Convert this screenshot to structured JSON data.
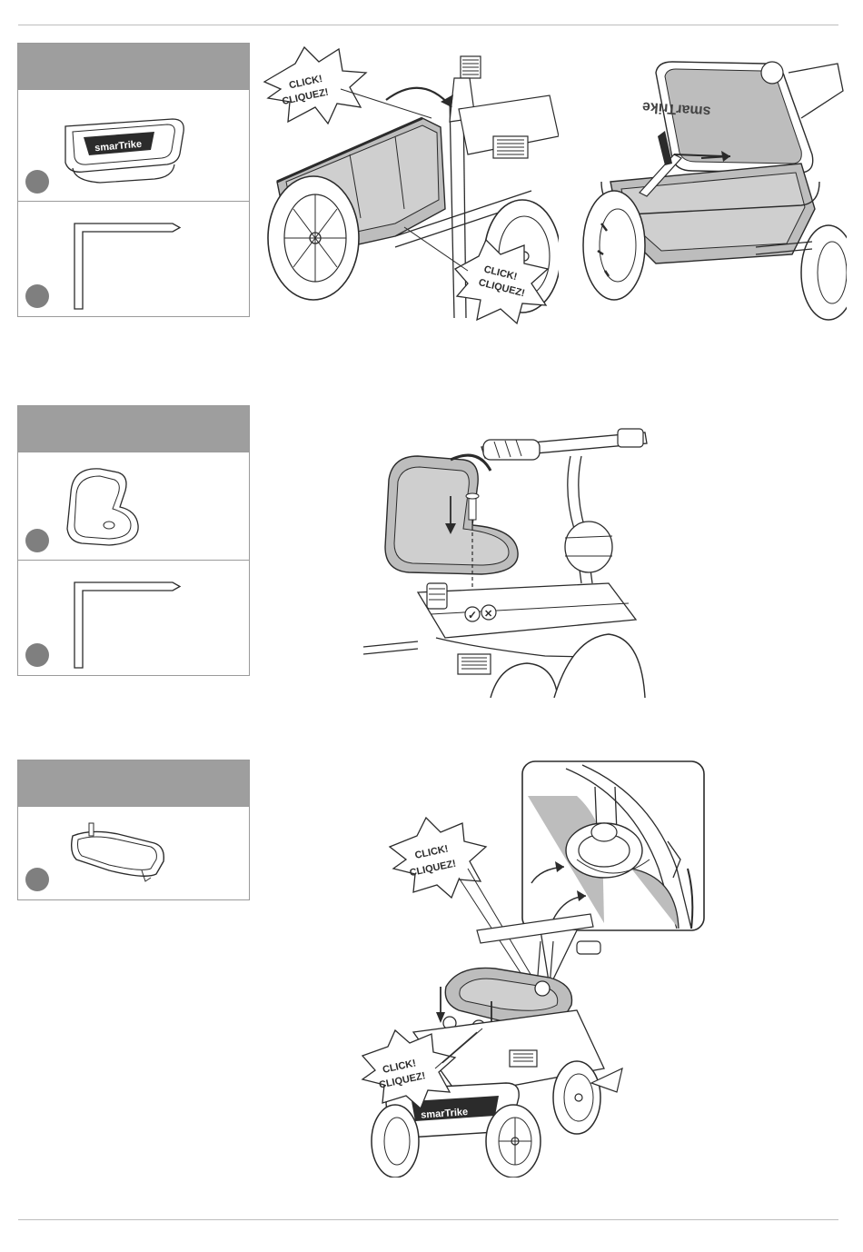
{
  "callouts": {
    "click_en": "CLICK!",
    "click_fr": "CLIQUEZ!"
  },
  "brand": {
    "logo_text": "smarTrike"
  },
  "colors": {
    "header_gray": "#9e9e9e",
    "badge_gray": "#7f7f7f",
    "border_gray": "#9a9a9a",
    "part_fill": "#b9b9b9",
    "line": "#2b2b2b"
  },
  "icons": {
    "check": "✓",
    "cross": "✕"
  }
}
